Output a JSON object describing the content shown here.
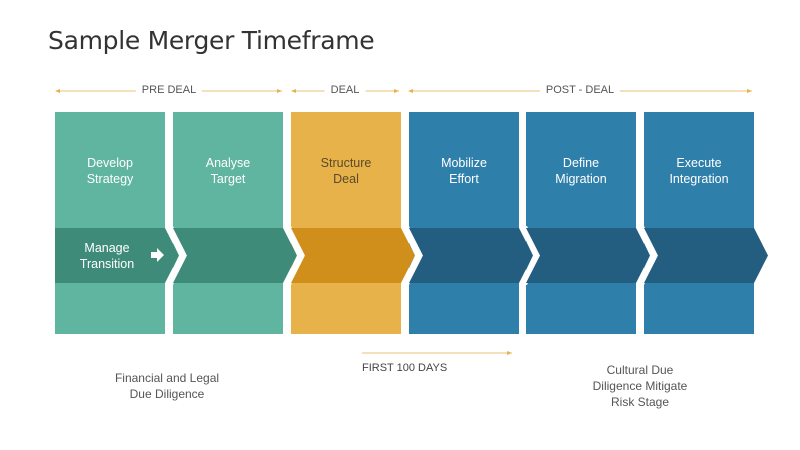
{
  "title": "Sample Merger Timeframe",
  "colors": {
    "teal": "#5fb5a0",
    "teal_dark": "#3e8b7a",
    "gold": "#e8b24a",
    "gold_dark": "#d08f1a",
    "blue": "#2f7fab",
    "blue_dark": "#235e80",
    "arrow_line": "#e8c27a"
  },
  "phases": [
    {
      "label": "PRE DEAL"
    },
    {
      "label": "DEAL"
    },
    {
      "label": "POST - DEAL"
    }
  ],
  "steps": [
    {
      "label": "Develop\nStrategy",
      "color": "teal"
    },
    {
      "label": "Analyse\nTarget",
      "color": "teal"
    },
    {
      "label": "Structure\nDeal",
      "color": "gold"
    },
    {
      "label": "Mobilize\nEffort",
      "color": "blue"
    },
    {
      "label": "Define\nMigration",
      "color": "blue"
    },
    {
      "label": "Execute\nIntegration",
      "color": "blue"
    }
  ],
  "band_label": "Manage\nTransition",
  "band_icon": "arrow-right-icon",
  "first_100_days": "FIRST 100 DAYS",
  "notes": {
    "pre_deal": "Financial and Legal\nDue Diligence",
    "post_deal": "Cultural Due\nDiligence Mitigate\nRisk Stage"
  }
}
